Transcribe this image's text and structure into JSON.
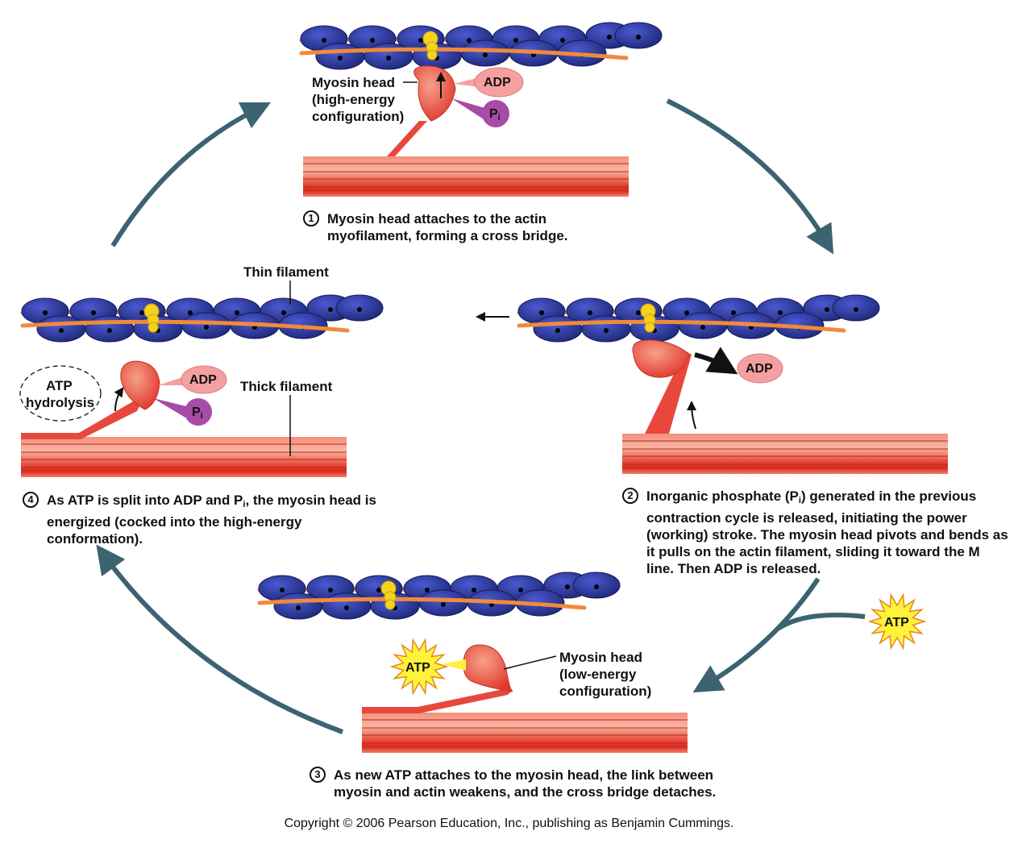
{
  "title": "Cross bridge cycle",
  "colors": {
    "arrow": "#3b6470",
    "actin": "#2d3a9e",
    "tropomyosin": "#f08a3c",
    "troponin": "#f5d21c",
    "myosin": "#e8483c",
    "adp": "#f4a0a0",
    "pi": "#a64ca6",
    "atp": "#fff23a"
  },
  "labels": {
    "adp": "ADP",
    "pi_main": "P",
    "pi_sub": "i",
    "atp": "ATP",
    "thin_filament": "Thin filament",
    "thick_filament": "Thick filament",
    "atp_hydrolysis_1": "ATP",
    "atp_hydrolysis_2": "hydrolysis",
    "myosin_high_1": "Myosin head",
    "myosin_high_2": "(high-energy",
    "myosin_high_3": "configuration)",
    "myosin_low_1": "Myosin head",
    "myosin_low_2": "(low-energy",
    "myosin_low_3": "configuration)"
  },
  "steps": [
    {
      "number": "1",
      "text": "Myosin head attaches to the actin myofilament, forming a cross bridge."
    },
    {
      "number": "2",
      "text_before": "Inorganic phosphate (P",
      "text_sub": "i",
      "text_after": ") generated in the previous contraction cycle is released, initiating the power (working) stroke. The myosin head pivots and bends as it pulls on the actin filament, sliding it toward the M line. Then ADP is released."
    },
    {
      "number": "3",
      "text": "As new ATP attaches to the myosin head, the link between myosin and actin weakens, and the cross bridge detaches."
    },
    {
      "number": "4",
      "text_before": "As ATP is split into ADP and P",
      "text_sub": "i",
      "text_after": ", the myosin head is energized (cocked into the high-energy conformation)."
    }
  ],
  "copyright": "Copyright © 2006 Pearson Education, Inc., publishing as Benjamin Cummings."
}
